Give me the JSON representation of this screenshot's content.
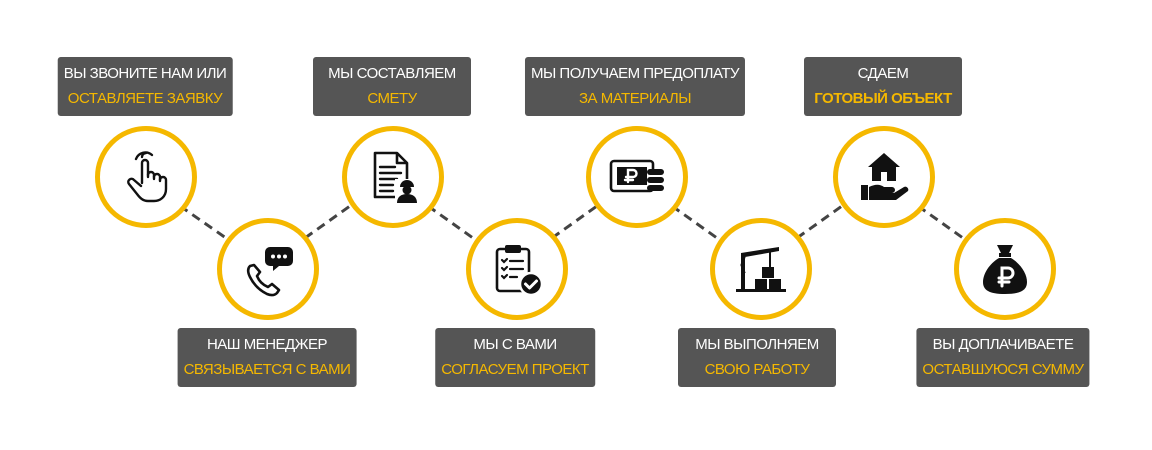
{
  "colors": {
    "accent": "#f5b800",
    "label_bg": "#555555",
    "icon": "#111111",
    "connector": "#444444"
  },
  "steps": [
    {
      "line1": "ВЫ ЗВОНИТЕ НАМ ИЛИ",
      "line2": "ОСТАВЛЯЕТЕ ЗАЯВКУ",
      "icon": "pointing-hand-icon"
    },
    {
      "line1": "НАШ МЕНЕДЖЕР",
      "line2": "СВЯЗЫВАЕТСЯ С ВАМИ",
      "icon": "phone-chat-icon"
    },
    {
      "line1": "МЫ СОСТАВЛЯЕМ",
      "line2": "СМЕТУ",
      "icon": "document-engineer-icon"
    },
    {
      "line1": "МЫ С ВАМИ",
      "line2": "СОГЛАСУЕМ ПРОЕКТ",
      "icon": "clipboard-check-icon"
    },
    {
      "line1": "МЫ ПОЛУЧАЕМ ПРЕДОПЛАТУ",
      "line2": "ЗА МАТЕРИАЛЫ",
      "icon": "ruble-money-icon"
    },
    {
      "line1": "МЫ ВЫПОЛНЯЕМ",
      "line2": "СВОЮ РАБОТУ",
      "icon": "crane-icon"
    },
    {
      "line1": "СДАЕМ",
      "line2": "ГОТОВЫЙ ОБЪЕКТ",
      "icon": "house-hand-icon"
    },
    {
      "line1": "ВЫ ДОПЛАЧИВАЕТЕ",
      "line2": "ОСТАВШУЮСЯ СУММУ",
      "icon": "ruble-bag-icon"
    }
  ]
}
